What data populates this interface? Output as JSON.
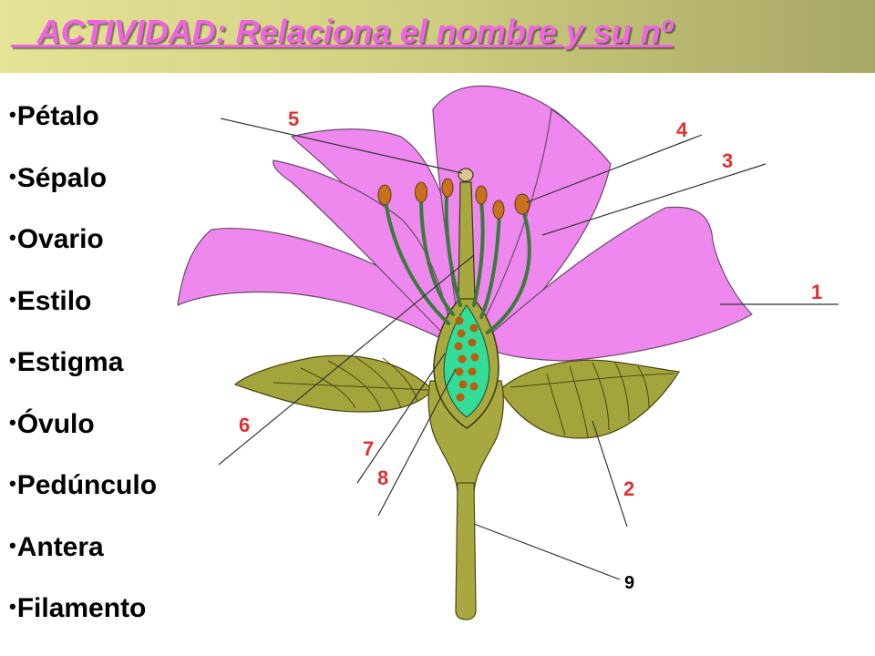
{
  "title": "   ACTIVIDAD: Relaciona el nombre y su nº",
  "terms": [
    "Pétalo",
    "Sépalo",
    "Ovario",
    "Estilo",
    "Estigma",
    "Óvulo",
    "Pedúnculo",
    "Antera",
    "Filamento"
  ],
  "labels": [
    "5",
    "4",
    "3",
    "1",
    "6",
    "7",
    "8",
    "2",
    "9"
  ],
  "colors": {
    "petal": "#ee88ee",
    "sepal": "#a4a43c",
    "stem": "#a8a840",
    "ovary_inner": "#33dd99",
    "ovule": "#b8600c",
    "anther": "#c8721e",
    "filament": "#3a7a3a",
    "title": "#f062e6",
    "label": "#e03030"
  }
}
